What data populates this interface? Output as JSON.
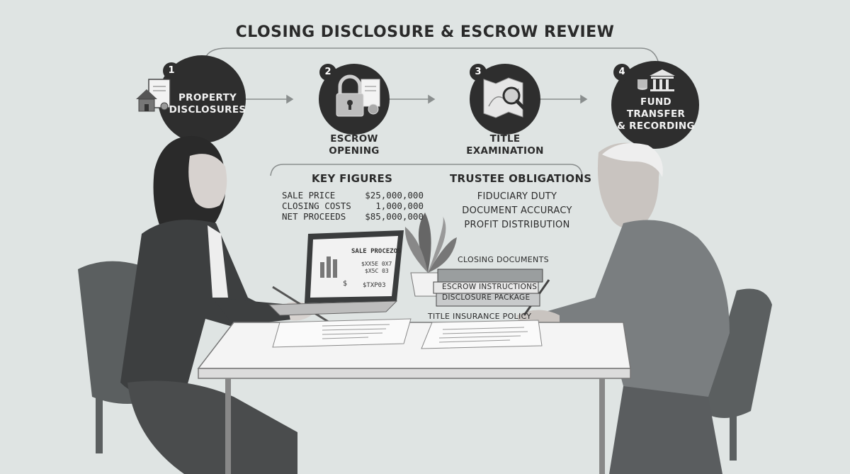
{
  "title": "CLOSING DISCLOSURE & ESCROW REVIEW",
  "steps": [
    {
      "number": "1",
      "label_line1": "PROPERTY",
      "label_line2": "DISCLOSURES",
      "icon": "house-document-icon"
    },
    {
      "number": "2",
      "label_line1": "ESCROW",
      "label_line2": "OPENING",
      "icon": "padlock-document-icon"
    },
    {
      "number": "3",
      "label_line1": "TITLE",
      "label_line2": "EXAMINATION",
      "icon": "map-magnifier-icon"
    },
    {
      "number": "4",
      "label_line1": "FUND TRANSFER",
      "label_line2": "& RECORDING",
      "icon": "bank-coins-icon"
    }
  ],
  "key_figures": {
    "heading": "KEY FIGURES",
    "rows": [
      {
        "label": "SALE PRICE",
        "value": "$25,000,000"
      },
      {
        "label": "CLOSING COSTS",
        "value": "1,000,000"
      },
      {
        "label": "NET PROCEEDS",
        "value": "$85,000,000"
      }
    ]
  },
  "trustee_obligations": {
    "heading": "TRUSTEE OBLIGATIONS",
    "items": [
      "FIDUCIARY DUTY",
      "DOCUMENT ACCURACY",
      "PROFIT DISTRIBUTION"
    ]
  },
  "laptop": {
    "header": "SALE PROCEZOS",
    "line1": "$XX5E 0X7",
    "line2": "$X5C 03",
    "currency": "$",
    "footer": "$TXP03"
  },
  "documents": {
    "stack_label": "CLOSING DOCUMENTS",
    "top_binder": "ESCROW INSTRUCTIONS",
    "bottom_binder": "DISCLOSURE PACKAGE",
    "policy_label": "TITLE INSURANCE POLICY"
  },
  "colors": {
    "background": "#dfe4e3",
    "circle_dark": "#2e2e2e",
    "ink": "#2a2a2a"
  }
}
